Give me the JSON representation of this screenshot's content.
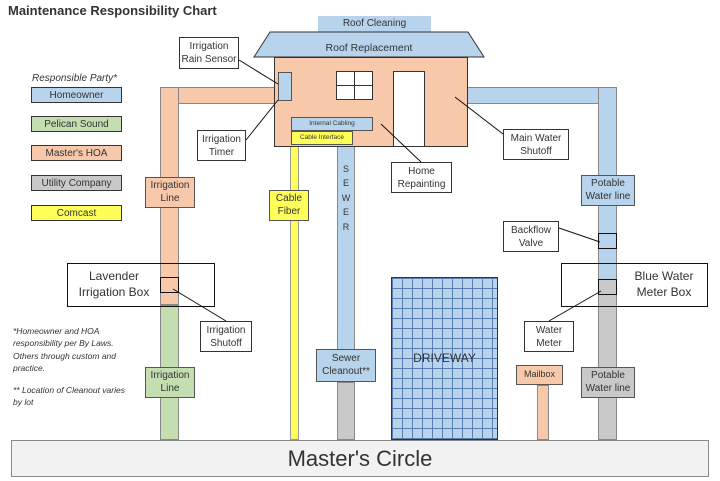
{
  "title": "Maintenance Responsibility Chart",
  "legend": {
    "heading": "Responsible Party*",
    "items": [
      {
        "label": "Homeowner",
        "color": "#b8d3ec"
      },
      {
        "label": "Pelican Sound",
        "color": "#c4deb1"
      },
      {
        "label": "Master's HOA",
        "color": "#f7c9aa"
      },
      {
        "label": "Utility Company",
        "color": "#c9c9c9"
      },
      {
        "label": "Comcast",
        "color": "#ffff59"
      }
    ]
  },
  "notes": {
    "note1": "*Homeowner and HOA responsibility per By Laws. Others through custom and practice.",
    "note2": "** Location of Cleanout varies by lot"
  },
  "house": {
    "roof_cleaning": "Roof Cleaning",
    "roof_replacement": "Roof Replacement",
    "internal_cabling": "Internal Cabling",
    "cable_interface": "Cable Interface"
  },
  "callouts": {
    "irrigation_rain_sensor": "Irrigation Rain Sensor",
    "irrigation_timer": "Irrigation Timer",
    "home_repainting": "Home Repainting",
    "main_water_shutoff": "Main Water Shutoff",
    "irrigation_shutoff": "Irrigation Shutoff",
    "backflow_valve": "Backflow Valve",
    "water_meter": "Water Meter"
  },
  "lines": {
    "irrigation_line_upper": "Irrigation Line",
    "irrigation_line_lower": "Irrigation Line",
    "cable_fiber": "Cable Fiber",
    "sewer": "S E W E R",
    "sewer_cleanout": "Sewer Cleanout**",
    "potable_upper": "Potable Water line",
    "potable_lower": "Potable Water line",
    "mailbox": "Mailbox"
  },
  "boxes": {
    "lavender_irrigation_box": "Lavender Irrigation Box",
    "blue_water_meter_box": "Blue Water Meter Box"
  },
  "driveway": "DRIVEWAY",
  "street": "Master's Circle"
}
